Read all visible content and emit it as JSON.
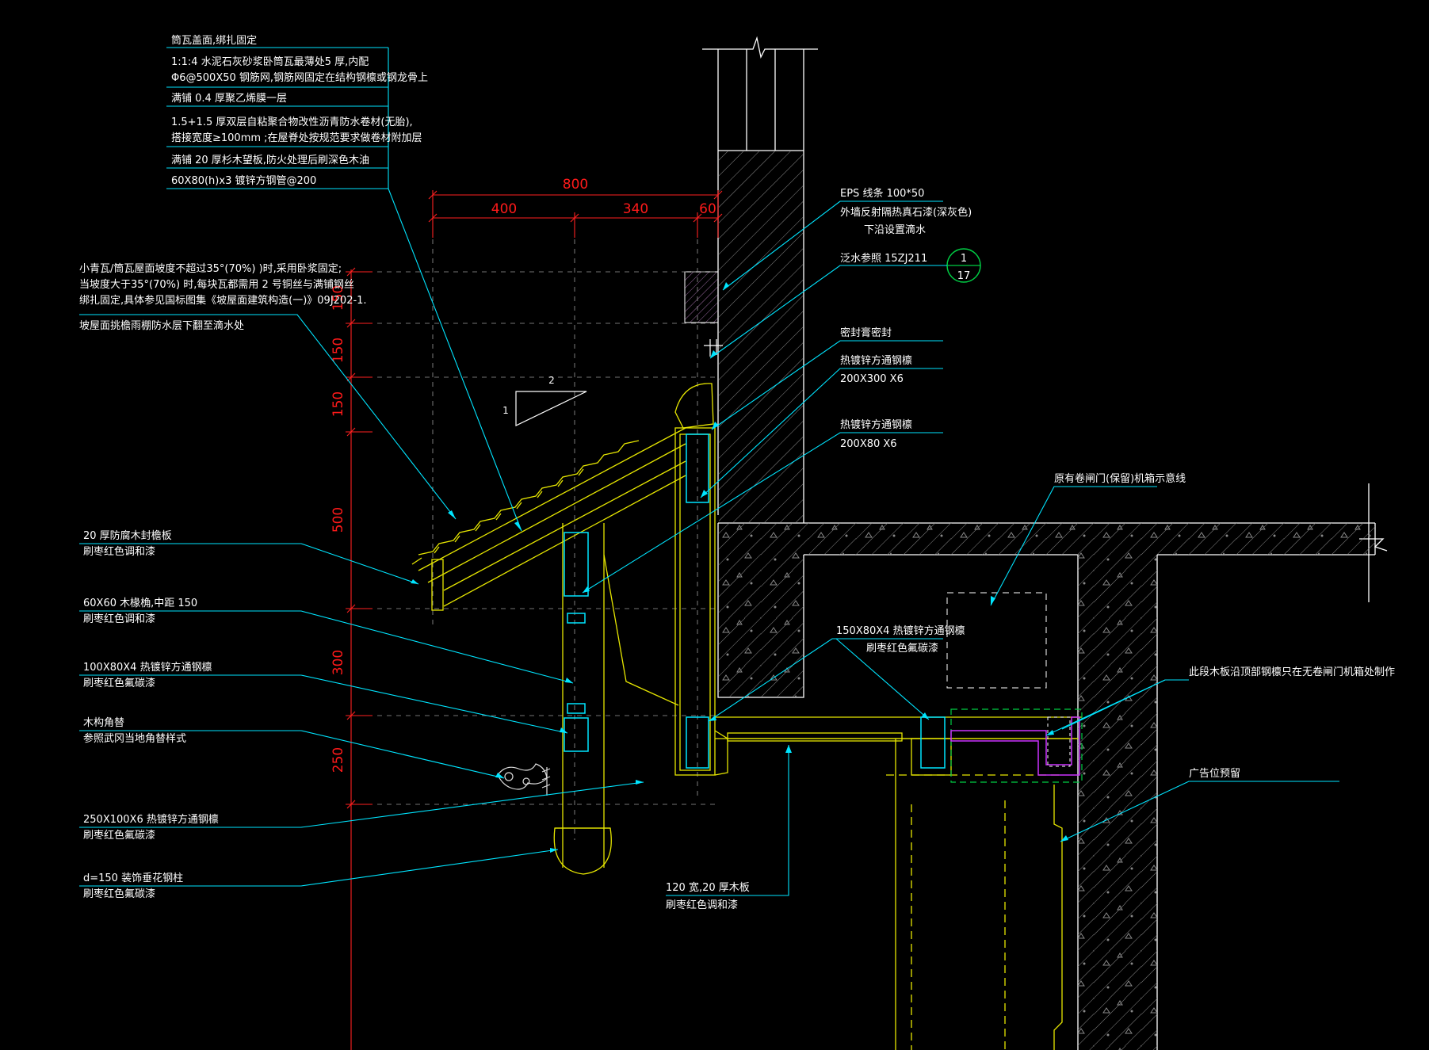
{
  "colors": {
    "background": "#000000",
    "structure": "#ffffff",
    "canopy": "#e6e600",
    "leader": "#00e5ff",
    "dimension": "#ff2020",
    "hatch": "#8a8a8a",
    "steel": "#00e5ff",
    "marker": "#00cc44",
    "purple": "#cc33ff",
    "note_text": "#ffffff"
  },
  "spec_table": {
    "title": "筒瓦盖面,绑扎固定",
    "rows": [
      [
        "1:1:4  水泥石灰砂浆卧筒瓦最薄处5  厚,内配",
        "Φ6@500X50    钢筋网,钢筋网固定在结构钢檩或钢龙骨上"
      ],
      [
        "满铺 0.4  厚聚乙烯膜一层"
      ],
      [
        "1.5+1.5    厚双层自粘聚合物改性沥青防水卷材(无胎),",
        "搭接宽度≥100mm    ;在屋脊处按规范要求做卷材附加层"
      ],
      [
        "满铺 20  厚杉木望板,防火处理后刷深色木油"
      ],
      [
        "60X80(h)x3     镀锌方钢管@200"
      ]
    ]
  },
  "slope_note": [
    "小青瓦/筒瓦屋面坡度不超过35°(70%)   )时,采用卧浆固定;",
    "当坡度大于35°(70%)    时,每块瓦都需用 2  号铜丝与满铺钢丝",
    "绑扎固定,具体参见国标图集《坡屋面建筑构造(一)》09J202-1.",
    "",
    "坡屋面挑檐雨棚防水层下翻至滴水处"
  ],
  "left_notes": [
    {
      "line1": "20  厚防腐木封檐板",
      "line2": "刷枣红色调和漆"
    },
    {
      "line1": "60X60   木椽桷,中距 150",
      "line2": "刷枣红色调和漆"
    },
    {
      "line1": "100X80X4       热镀锌方通钢檩",
      "line2": "刷枣红色氟碳漆"
    },
    {
      "line1": "木构角替",
      "line2": "参照武冈当地角替样式"
    },
    {
      "line1": "250X100X6       热镀锌方通钢檩",
      "line2": "刷枣红色氟碳漆"
    },
    {
      "line1": "d=150    装饰垂花钢柱",
      "line2": "刷枣红色氟碳漆"
    }
  ],
  "right_notes": [
    {
      "line1": "EPS  线条 100*50",
      "line2": "外墙反射隔热真石漆(深灰色)",
      "line3": "下沿设置滴水"
    },
    {
      "line1": "泛水参照 15ZJ211",
      "line2": "",
      "line3": ""
    },
    {
      "line1": "密封膏密封",
      "line2": "",
      "line3": ""
    },
    {
      "line1": "热镀锌方通钢檩",
      "line2": "200X300 X6",
      "line3": ""
    },
    {
      "line1": "热镀锌方通钢檩",
      "line2": "200X80 X6",
      "line3": ""
    }
  ],
  "detail_marker": {
    "top": "1",
    "bottom": "17"
  },
  "shutter_note": "原有卷闸门(保留)机箱示意线",
  "steel_note": {
    "line1": "150X80X4        热镀锌方通钢檩",
    "line2": "刷枣红色氟碳漆"
  },
  "board_note": {
    "line1": "120   宽,20   厚木板",
    "line2": "刷枣红色调和漆"
  },
  "wood_note": "此段木板沿顶部钢檩只在无卷闸门机箱处制作",
  "billboard_note": "广告位预留",
  "slope_marker": {
    "rise": "1",
    "run": "2"
  },
  "horizontal_dims": {
    "total": "800",
    "parts": [
      "400",
      "340",
      "60"
    ]
  },
  "vertical_dims": [
    "150",
    "150",
    "150",
    "500",
    "300",
    "250"
  ]
}
